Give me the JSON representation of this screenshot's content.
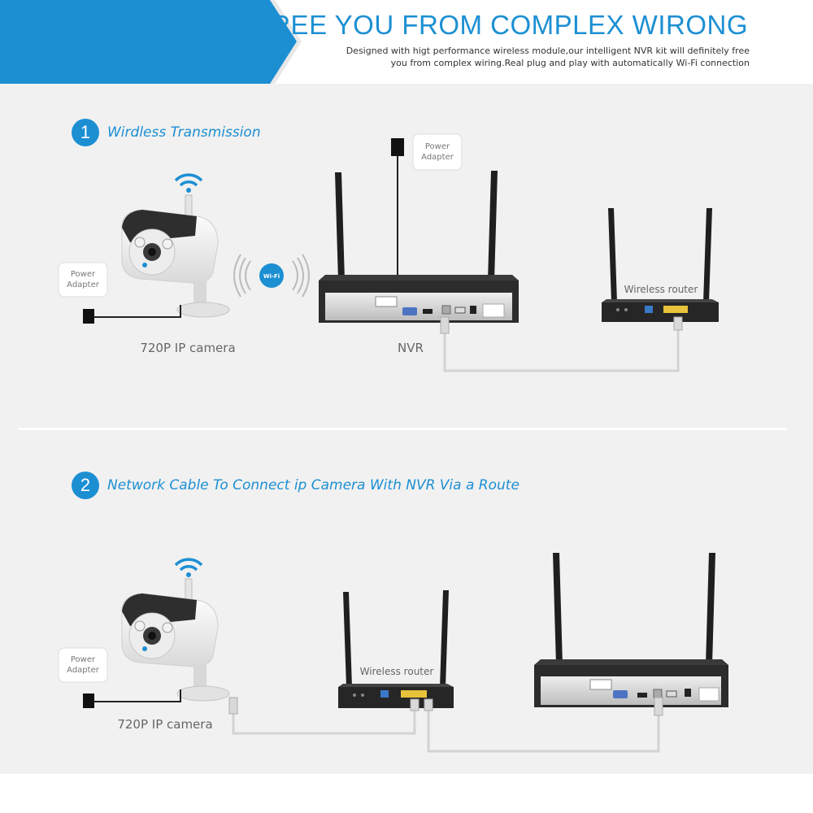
{
  "header": {
    "title": "FREE YOU FROM COMPLEX WIRONG",
    "description_line1": "Designed with higt performance wireless module,our intelligent NVR kit will definitely free",
    "description_line2": "you from complex wiring.Real plug and play with automatically Wi-Fi connection"
  },
  "steps": [
    {
      "number": "1",
      "title": "Wirdless Transmission"
    },
    {
      "number": "2",
      "title": "Network Cable To Connect ip Camera With NVR Via a Route"
    }
  ],
  "section1": {
    "camera_label": "720P IP camera",
    "adapter_camera": [
      "Power",
      "Adapter"
    ],
    "adapter_nvr": [
      "Power",
      "Adapter"
    ],
    "wifi_badge": "Wi-Fi",
    "nvr_label": "NVR",
    "router_label": "Wireless router"
  },
  "section2": {
    "camera_label": "720P IP camera",
    "adapter_camera": [
      "Power",
      "Adapter"
    ],
    "router_label": "Wireless router"
  },
  "colors": {
    "accent": "#1c8fd3",
    "background": "#f1f1f1"
  }
}
